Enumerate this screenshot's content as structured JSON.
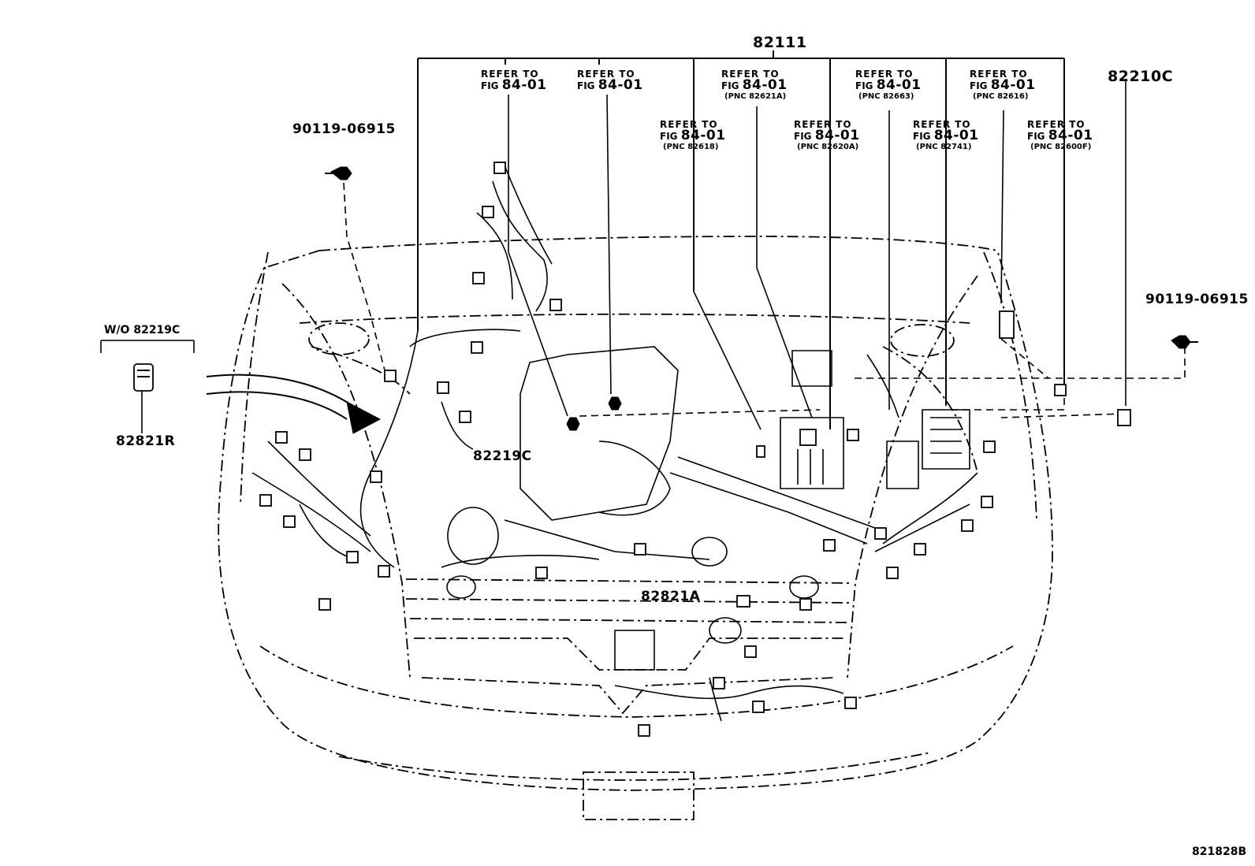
{
  "diagram": {
    "main_part": "82111",
    "side_part": "82210C",
    "bolt_left": "90119-06915",
    "bolt_right": "90119-06915",
    "variant_note": "W/O 82219C",
    "part_82821r": "82821R",
    "part_82219c": "82219C",
    "part_82821a": "82821A",
    "figure_id": "821828B",
    "refs": [
      {
        "line1": "REFER TO",
        "fig_prefix": "FIG",
        "fig": "84-01",
        "pnc": ""
      },
      {
        "line1": "REFER TO",
        "fig_prefix": "FIG",
        "fig": "84-01",
        "pnc": ""
      },
      {
        "line1": "REFER TO",
        "fig_prefix": "FIG",
        "fig": "84-01",
        "pnc": "(PNC 82621A)"
      },
      {
        "line1": "REFER TO",
        "fig_prefix": "FIG",
        "fig": "84-01",
        "pnc": "(PNC 82663)"
      },
      {
        "line1": "REFER TO",
        "fig_prefix": "FIG",
        "fig": "84-01",
        "pnc": "(PNC 82616)"
      },
      {
        "line1": "REFER TO",
        "fig_prefix": "FIG",
        "fig": "84-01",
        "pnc": "(PNC 82618)"
      },
      {
        "line1": "REFER TO",
        "fig_prefix": "FIG",
        "fig": "84-01",
        "pnc": "(PNC 82620A)"
      },
      {
        "line1": "REFER TO",
        "fig_prefix": "FIG",
        "fig": "84-01",
        "pnc": "(PNC 82741)"
      },
      {
        "line1": "REFER TO",
        "fig_prefix": "FIG",
        "fig": "84-01",
        "pnc": "(PNC 82600F)"
      }
    ]
  }
}
